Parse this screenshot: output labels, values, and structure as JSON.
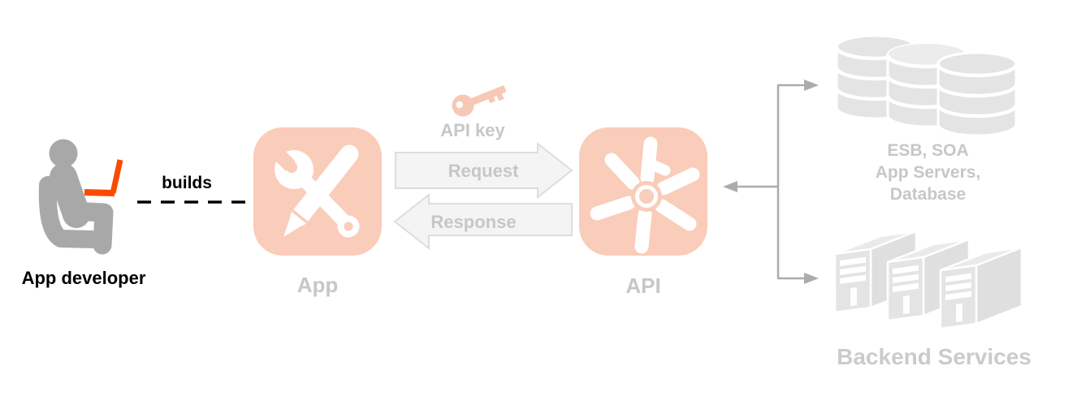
{
  "diagram": {
    "developer": {
      "label": "App developer",
      "builds_label": "builds"
    },
    "app": {
      "label": "App"
    },
    "api_key": {
      "label": "API key"
    },
    "request": {
      "label": "Request"
    },
    "response": {
      "label": "Response"
    },
    "api": {
      "label": "API"
    },
    "esb": {
      "lines": [
        "ESB, SOA",
        "App Servers,",
        "Database"
      ]
    },
    "backend": {
      "label": "Backend Services"
    }
  },
  "icons": {
    "app_developer_icon": "person seated with orange laptop",
    "tools_icon": "white wrench and pencil crossed on salmon tile",
    "gear_icon": "white turbine cog on salmon tile",
    "api_key_icon": "salmon key",
    "request_arrow_icon": "right block arrow",
    "response_arrow_icon": "left block arrow",
    "database_icon": "three stacked disk cylinders",
    "server_icon": "three 3d server towers",
    "connector_icon": "branching arrows between API and backends"
  },
  "colors": {
    "accent_salmon": "#FACCBA",
    "accent_salmon_key": "#F8C8B6",
    "accent_orange": "#FA4B00",
    "figure_gray": "#A8A8A8",
    "label_gray": "#C7C7C7",
    "backend_gray": "#E4E4E4",
    "connector_gray": "#ACACAC",
    "arrow_fill": "#F4F4F4",
    "arrow_stroke": "#DDDDDD",
    "text_black": "#000000"
  }
}
